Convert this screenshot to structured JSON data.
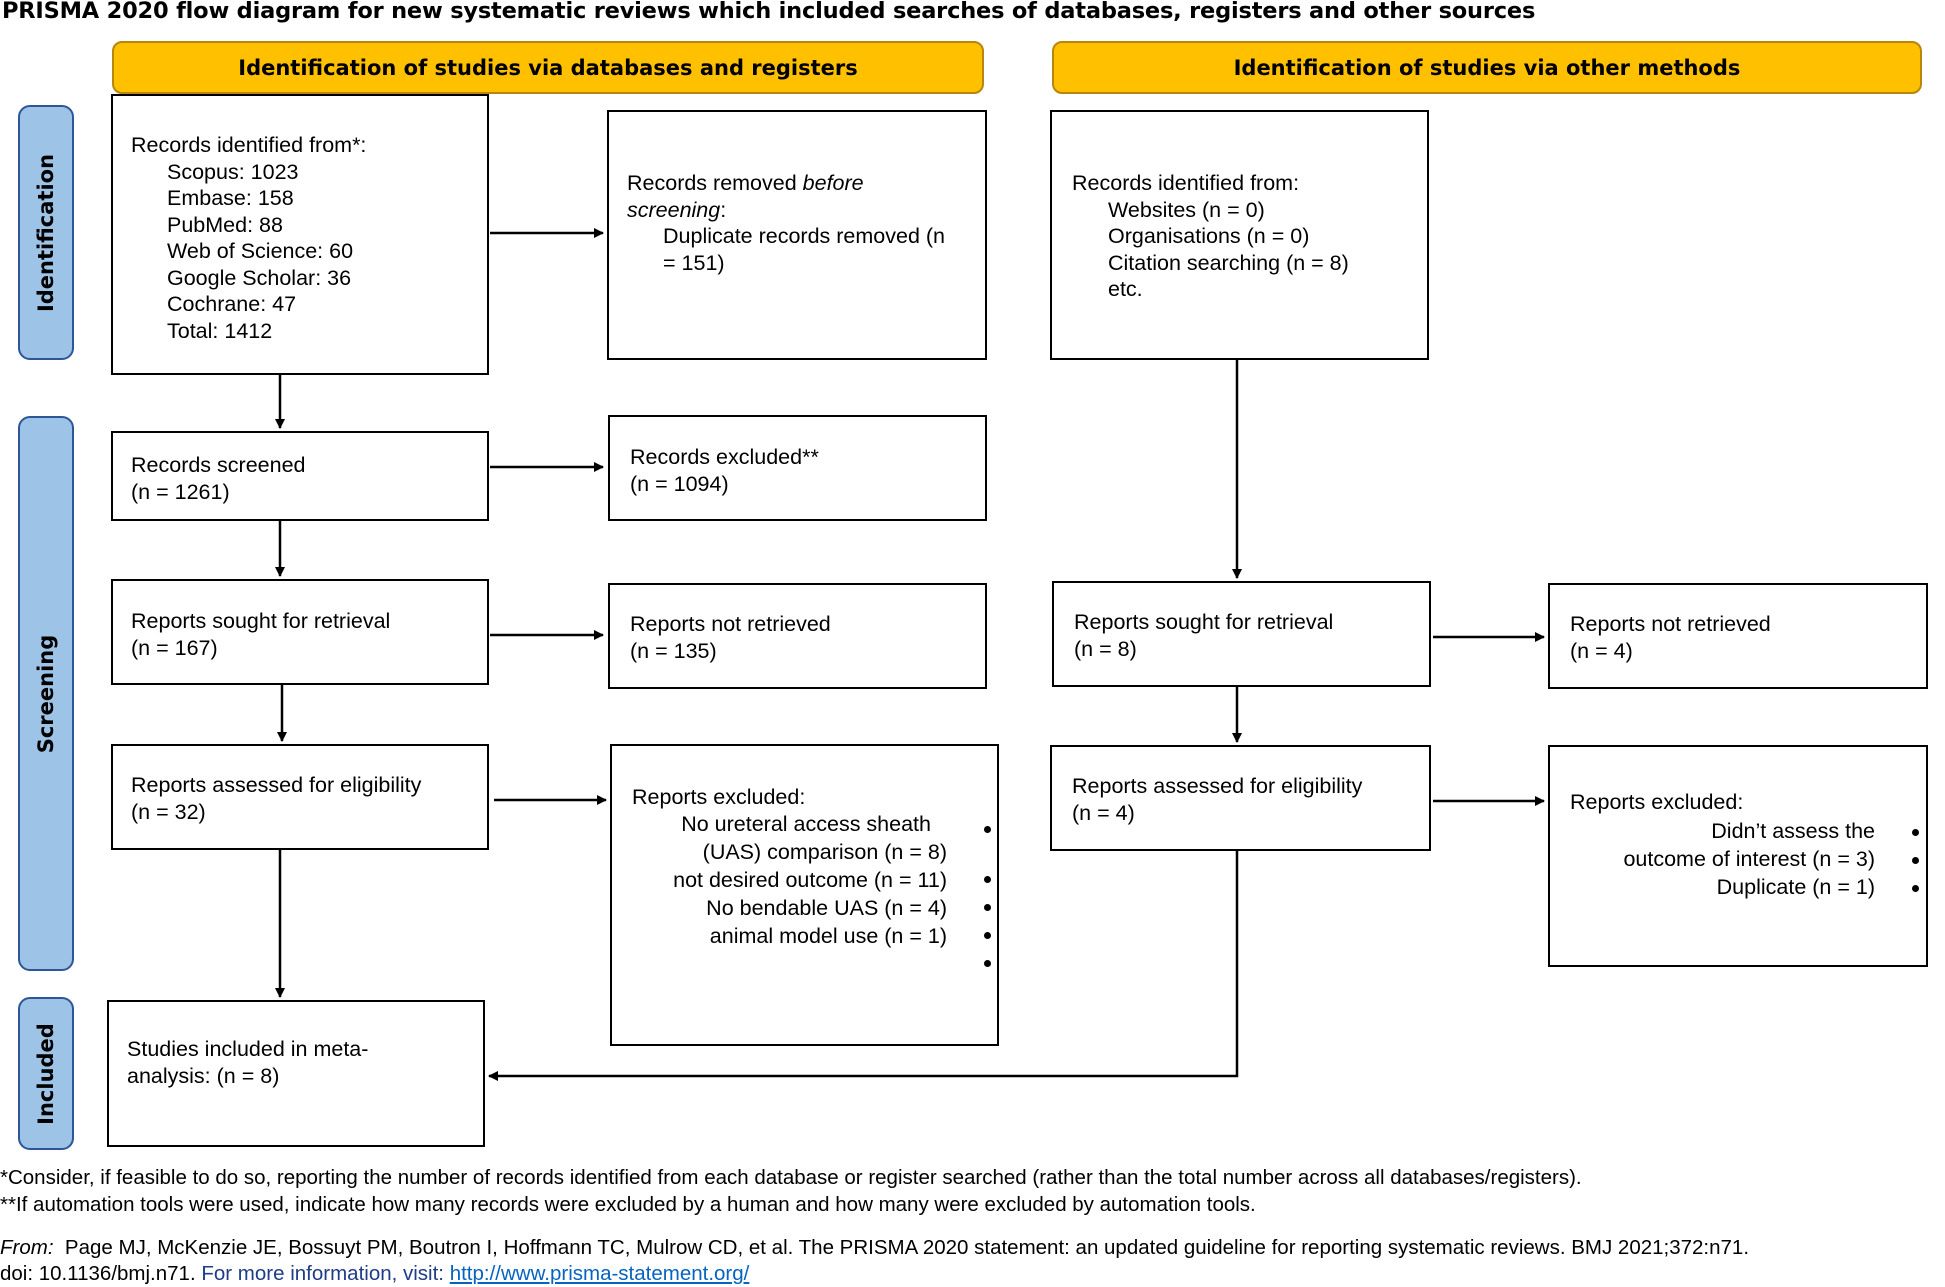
{
  "title": "PRISMA 2020 flow diagram for new systematic reviews which included searches of databases, registers and other sources",
  "headers": {
    "left": "Identification of studies via databases and registers",
    "right": "Identification of studies via other methods"
  },
  "stages": {
    "identification": "Identification",
    "screening": "Screening",
    "included": "Included"
  },
  "boxes": {
    "records_identified": {
      "heading": "Records identified from*:",
      "lines": [
        "Scopus: 1023",
        "Embase: 158",
        "PubMed: 88",
        "Web of Science: 60",
        "Google Scholar: 36",
        "Cochrane: 47",
        "Total: 1412"
      ]
    },
    "records_removed": {
      "heading_prefix": "Records removed ",
      "heading_italic": "before",
      "heading_italic2": "screening",
      "heading_suffix": ":",
      "line1": "Duplicate records removed (n",
      "line2": "= 151)"
    },
    "other_identified": {
      "heading": "Records identified from:",
      "lines": [
        "Websites (n = 0)",
        "Organisations (n = 0)",
        "Citation searching (n = 8)",
        "etc."
      ]
    },
    "records_screened": {
      "line1": "Records screened",
      "line2": "(n = 1261)"
    },
    "records_excluded": {
      "line1": "Records excluded**",
      "line2": "(n = 1094)"
    },
    "reports_sought": {
      "line1": "Reports sought for retrieval",
      "line2": "(n = 167)"
    },
    "reports_not_retrieved": {
      "line1": "Reports not retrieved",
      "line2": "(n = 135)"
    },
    "other_reports_sought": {
      "line1": "Reports sought for retrieval",
      "line2": "(n = 8)"
    },
    "other_reports_not_retrieved": {
      "line1": "Reports not retrieved",
      "line2": "(n = 4)"
    },
    "reports_assessed": {
      "line1": "Reports assessed for eligibility",
      "line2": "(n = 32)"
    },
    "reports_excluded": {
      "heading": "Reports excluded:",
      "lines": [
        "No ureteral access sheath",
        "(UAS) comparison (n = 8)",
        "not desired outcome (n = 11)",
        "No bendable UAS (n = 4)",
        "animal model use (n = 1)"
      ]
    },
    "other_reports_assessed": {
      "line1": "Reports assessed for eligibility",
      "line2": "(n = 4)"
    },
    "other_reports_excluded": {
      "heading": "Reports excluded:",
      "lines": [
        "Didn’t assess the",
        "outcome of interest (n = 3)",
        "Duplicate (n = 1)"
      ]
    },
    "studies_included": {
      "line1": "Studies included in meta-",
      "line2": "analysis: (n = 8)"
    }
  },
  "footnotes": {
    "note1": "*Consider, if feasible to do so, reporting the number of records identified from each database or register searched (rather than the total number across all databases/registers).",
    "note2": "**If automation tools were used, indicate how many records were excluded by a human and how many were excluded by automation tools.",
    "from_label": "From:",
    "citation": "  Page MJ, McKenzie JE, Bossuyt PM, Boutron I, Hoffmann TC, Mulrow CD, et al. The PRISMA 2020 statement: an updated guideline for reporting systematic reviews. BMJ 2021;372:n71.",
    "doi": "doi: 10.1136/bmj.n71. ",
    "more_info": "For more information, visit: ",
    "link": "http://www.prisma-statement.org/"
  }
}
